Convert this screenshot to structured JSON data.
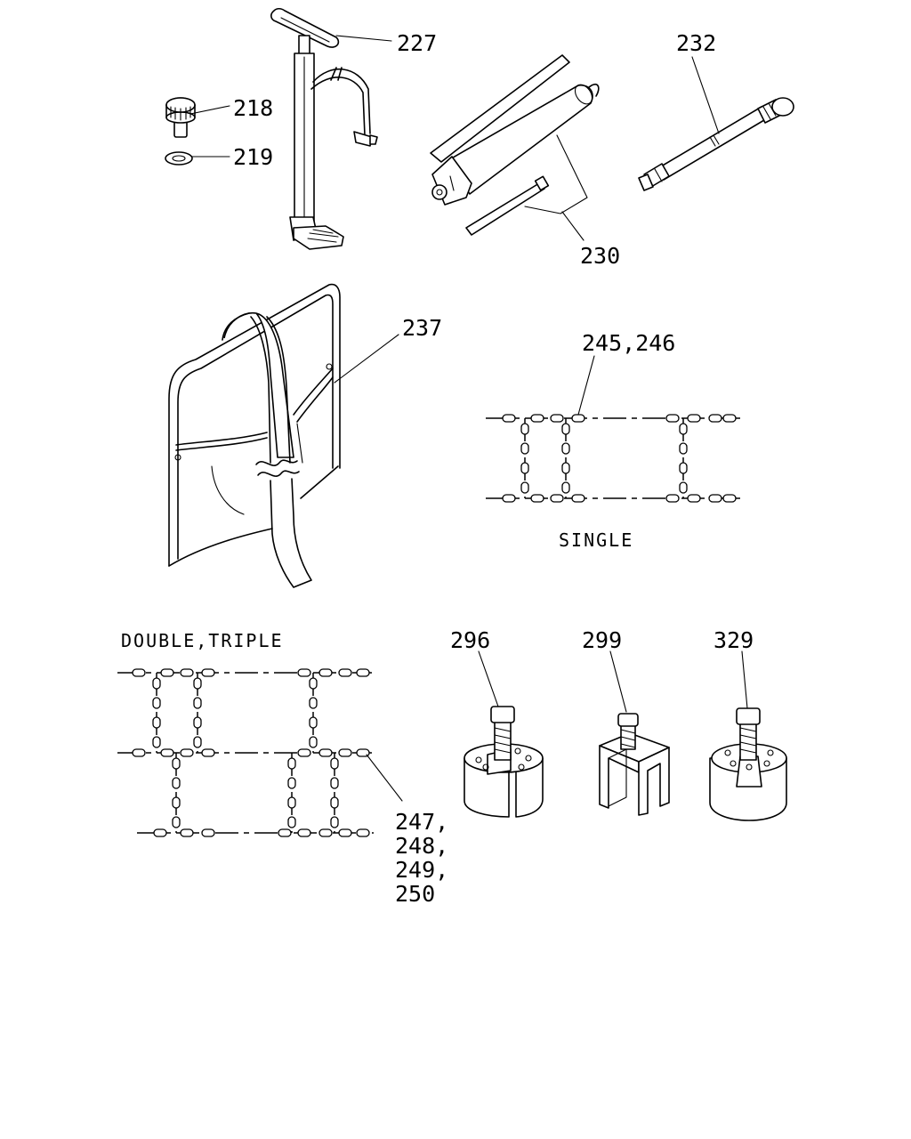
{
  "diagram": {
    "callouts": {
      "c227": "227",
      "c218": "218",
      "c219": "219",
      "c232": "232",
      "c230": "230",
      "c237": "237",
      "c245": "245,246",
      "c247": "247,",
      "c248": "248,",
      "c249": "249,",
      "c250": "250",
      "c296": "296",
      "c299": "299",
      "c329": "329"
    },
    "notes": {
      "single": "SINGLE",
      "double_triple": "DOUBLE,TRIPLE"
    },
    "line_color": "#000000",
    "background": "#ffffff"
  }
}
